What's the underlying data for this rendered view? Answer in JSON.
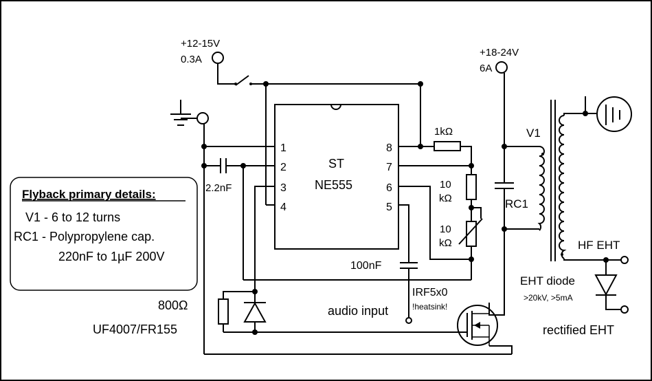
{
  "supply_low": {
    "voltage": "+12-15V",
    "current": "0.3A"
  },
  "supply_high": {
    "voltage": "+18-24V",
    "current": "6A"
  },
  "ic": {
    "maker": "ST",
    "part": "NE555",
    "pins": {
      "p1": "1",
      "p2": "2",
      "p3": "3",
      "p4": "4",
      "p5": "5",
      "p6": "6",
      "p7": "7",
      "p8": "8"
    }
  },
  "components": {
    "r_1k": "1kΩ",
    "r_10k_a_top": "10",
    "r_10k_a_bot": "kΩ",
    "r_10k_b_top": "10",
    "r_10k_b_bot": "kΩ",
    "c_2_2n": "2.2nF",
    "c_100n": "100nF",
    "v1": "V1",
    "rc1": "RC1",
    "r_800": "800Ω",
    "diode_part": "UF4007/FR155",
    "mosfet": "IRF5x0",
    "mosfet_note": "!heatsink!",
    "audio": "audio input",
    "hf_eht": "HF EHT",
    "eht_diode": "EHT diode",
    "eht_diode_spec": ">20kV, >5mA",
    "rectified": "rectified EHT"
  },
  "notes": {
    "title": "Flyback primary details:",
    "line1": "V1 - 6 to 12 turns",
    "line2": "RC1 - Polypropylene cap.",
    "line3": "220nF to 1µF 200V"
  }
}
